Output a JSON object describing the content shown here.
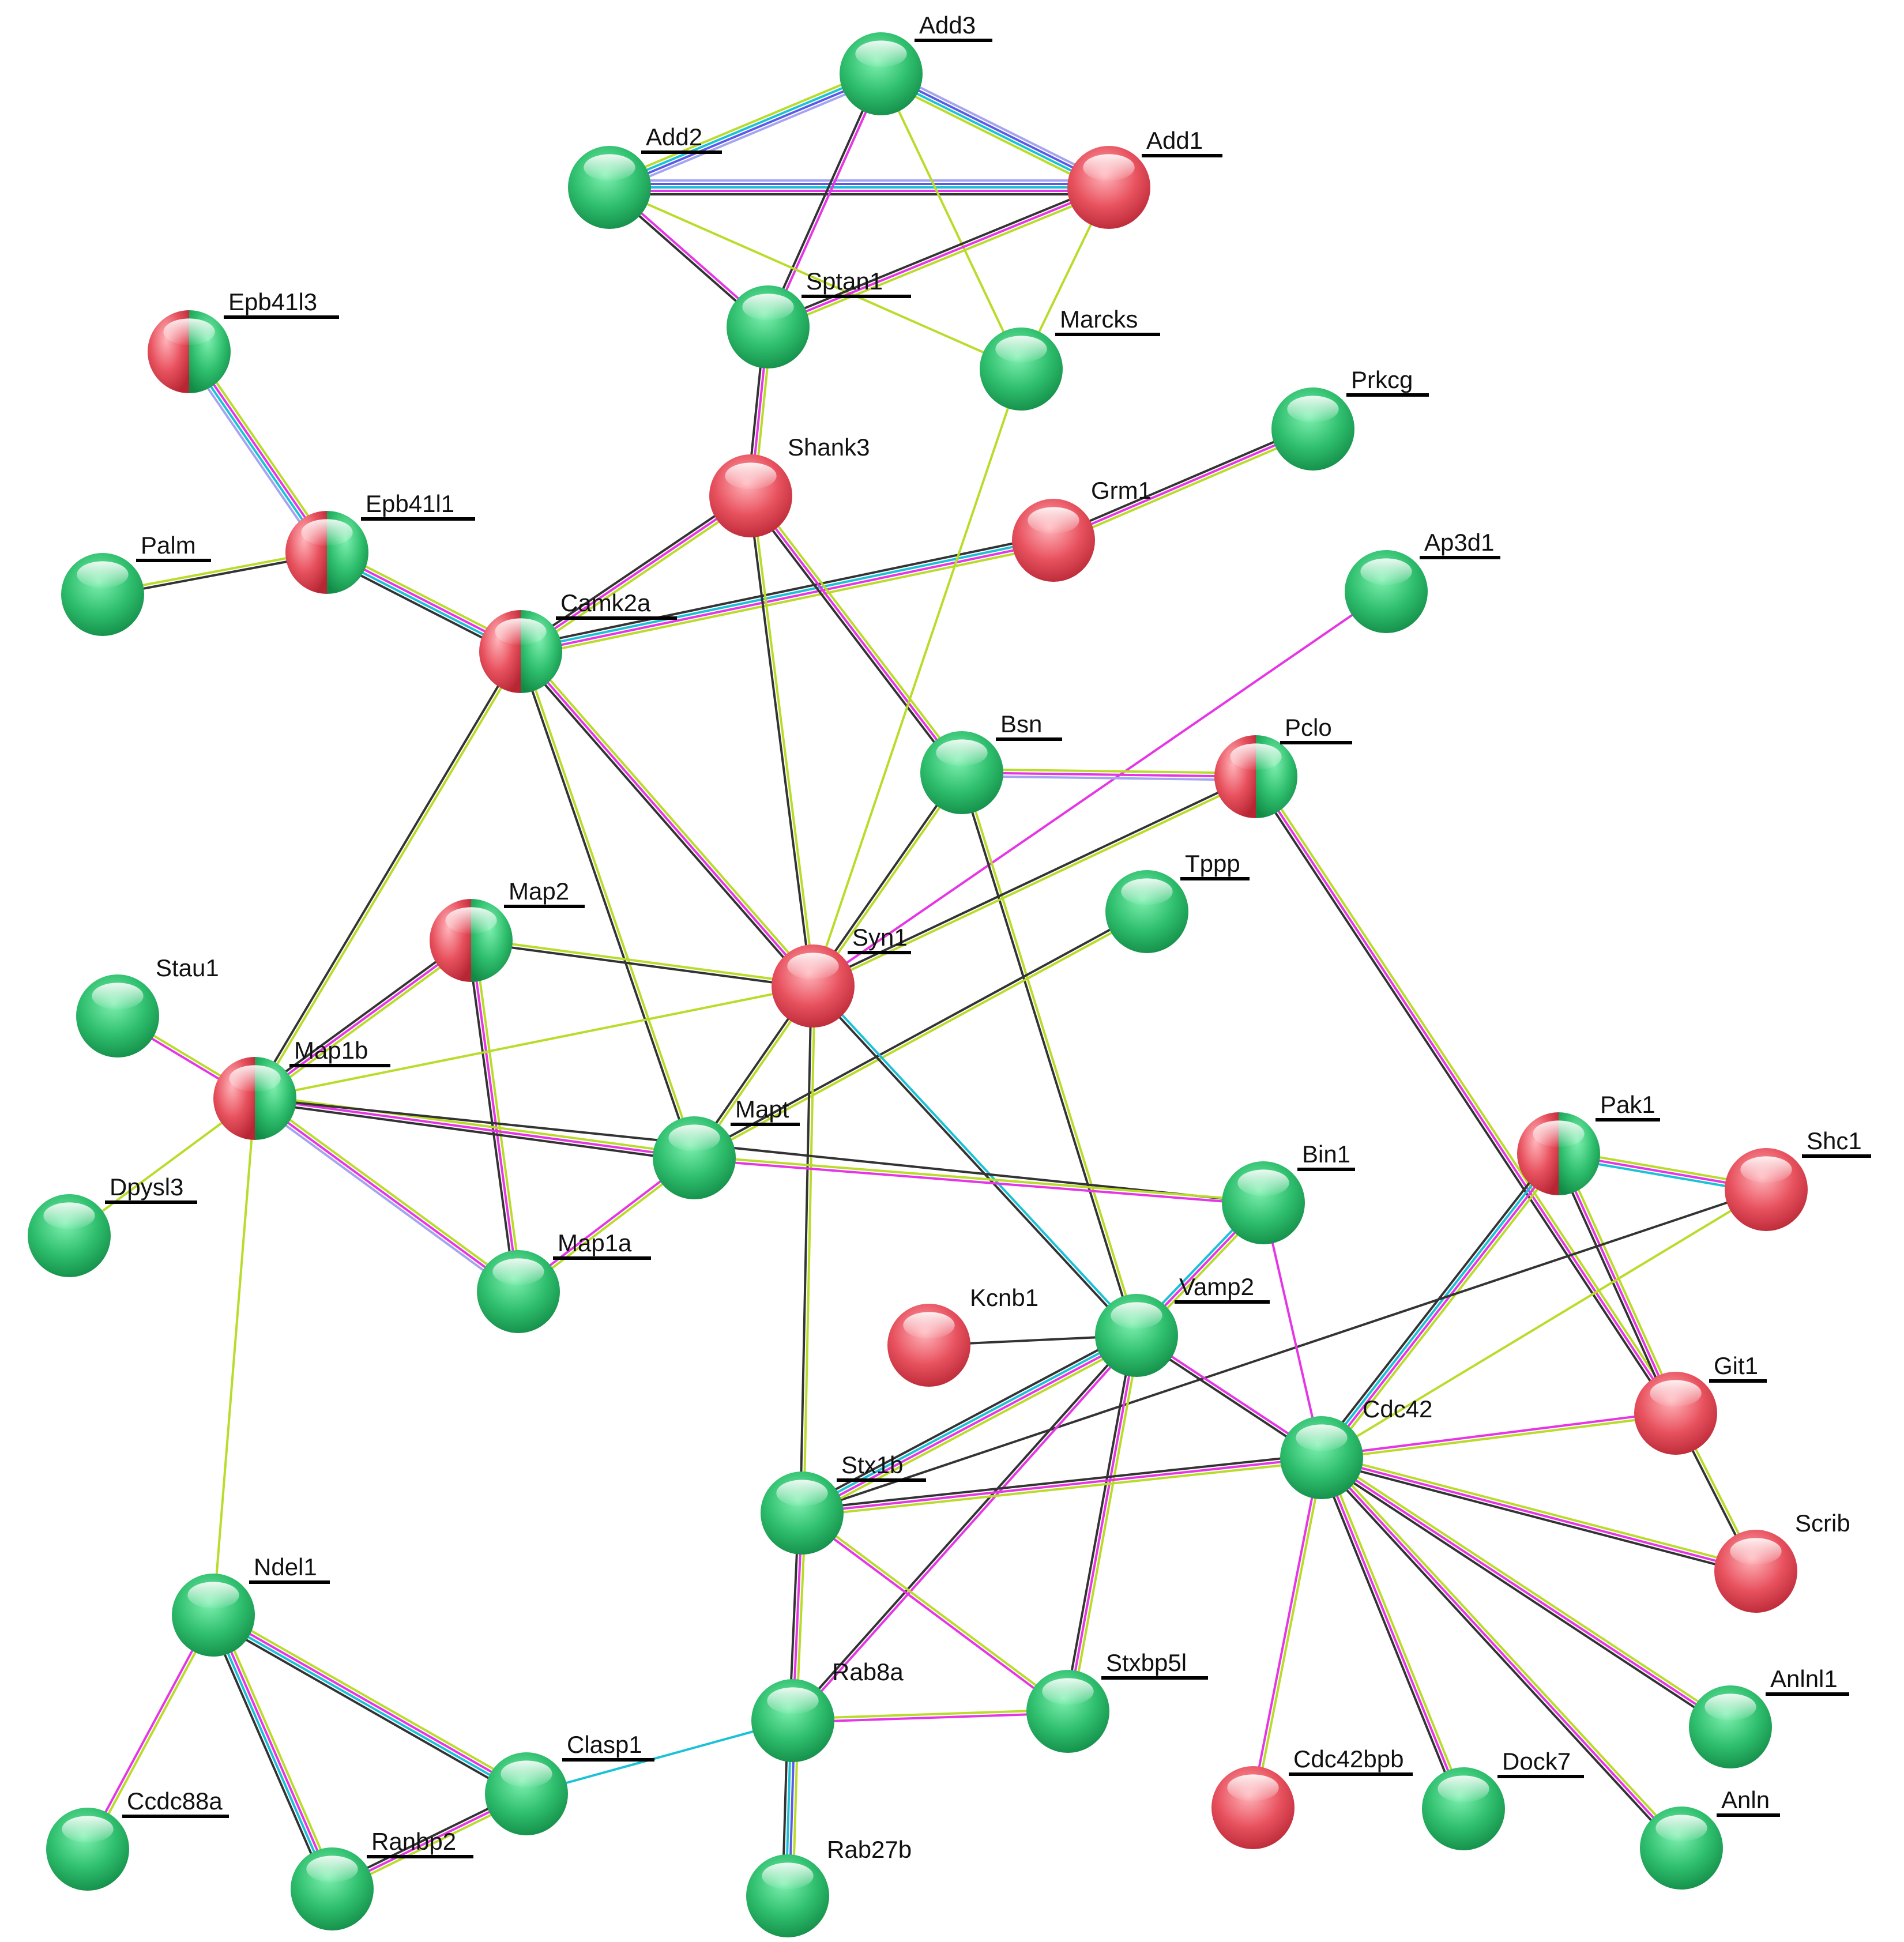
{
  "colors": {
    "green_node": "#2fbf6e",
    "red_node": "#e8525f",
    "edge_black": "#333333",
    "edge_magenta": "#e535e5",
    "edge_cyan": "#19c2d6",
    "edge_yellowgreen": "#b9dc2a",
    "edge_blue": "#5a5ae6",
    "edge_lavender": "#a4a4f0"
  },
  "edge_channels": {
    "k": "edge_black",
    "m": "edge_magenta",
    "c": "edge_cyan",
    "y": "edge_yellowgreen",
    "b": "edge_blue",
    "v": "edge_lavender"
  },
  "nodes": [
    {
      "id": "Add3",
      "label": "Add3",
      "fill": "green",
      "underline": true
    },
    {
      "id": "Add2",
      "label": "Add2",
      "fill": "green",
      "underline": true
    },
    {
      "id": "Add1",
      "label": "Add1",
      "fill": "red",
      "underline": true
    },
    {
      "id": "Sptan1",
      "label": "Sptan1",
      "fill": "green",
      "underline": true
    },
    {
      "id": "Marcks",
      "label": "Marcks",
      "fill": "green",
      "underline": true
    },
    {
      "id": "Epb41l3",
      "label": "Epb41l3",
      "fill": "split",
      "underline": true
    },
    {
      "id": "Prkcg",
      "label": "Prkcg",
      "fill": "green",
      "underline": true
    },
    {
      "id": "Shank3",
      "label": "Shank3",
      "fill": "red",
      "underline": false
    },
    {
      "id": "Grm1",
      "label": "Grm1",
      "fill": "red",
      "underline": false
    },
    {
      "id": "Epb41l1",
      "label": "Epb41l1",
      "fill": "split",
      "underline": true
    },
    {
      "id": "Palm",
      "label": "Palm",
      "fill": "green",
      "underline": true
    },
    {
      "id": "Ap3d1",
      "label": "Ap3d1",
      "fill": "green",
      "underline": true
    },
    {
      "id": "Camk2a",
      "label": "Camk2a",
      "fill": "split",
      "underline": true
    },
    {
      "id": "Bsn",
      "label": "Bsn",
      "fill": "green",
      "underline": true
    },
    {
      "id": "Pclo",
      "label": "Pclo",
      "fill": "split",
      "underline": true
    },
    {
      "id": "Tppp",
      "label": "Tppp",
      "fill": "green",
      "underline": true
    },
    {
      "id": "Map2",
      "label": "Map2",
      "fill": "split",
      "underline": true
    },
    {
      "id": "Syn1",
      "label": "Syn1",
      "fill": "red",
      "underline": true
    },
    {
      "id": "Stau1",
      "label": "Stau1",
      "fill": "green",
      "underline": false
    },
    {
      "id": "Map1b",
      "label": "Map1b",
      "fill": "split",
      "underline": true
    },
    {
      "id": "Mapt",
      "label": "Mapt",
      "fill": "green",
      "underline": true
    },
    {
      "id": "Pak1",
      "label": "Pak1",
      "fill": "split",
      "underline": true
    },
    {
      "id": "Shc1",
      "label": "Shc1",
      "fill": "red",
      "underline": true
    },
    {
      "id": "Bin1",
      "label": "Bin1",
      "fill": "green",
      "underline": true
    },
    {
      "id": "Dpysl3",
      "label": "Dpysl3",
      "fill": "green",
      "underline": true
    },
    {
      "id": "Map1a",
      "label": "Map1a",
      "fill": "green",
      "underline": true
    },
    {
      "id": "Kcnb1",
      "label": "Kcnb1",
      "fill": "red",
      "underline": false
    },
    {
      "id": "Vamp2",
      "label": "Vamp2",
      "fill": "green",
      "underline": true
    },
    {
      "id": "Git1",
      "label": "Git1",
      "fill": "red",
      "underline": true
    },
    {
      "id": "Cdc42",
      "label": "Cdc42",
      "fill": "green",
      "underline": false
    },
    {
      "id": "Stx1b",
      "label": "Stx1b",
      "fill": "green",
      "underline": true
    },
    {
      "id": "Scrib",
      "label": "Scrib",
      "fill": "red",
      "underline": false
    },
    {
      "id": "Ndel1",
      "label": "Ndel1",
      "fill": "green",
      "underline": true
    },
    {
      "id": "Stxbp5l",
      "label": "Stxbp5l",
      "fill": "green",
      "underline": true
    },
    {
      "id": "Rab8a",
      "label": "Rab8a",
      "fill": "green",
      "underline": false
    },
    {
      "id": "Anlnl1",
      "label": "Anlnl1",
      "fill": "green",
      "underline": true
    },
    {
      "id": "Clasp1",
      "label": "Clasp1",
      "fill": "green",
      "underline": true
    },
    {
      "id": "Cdc42bpb",
      "label": "Cdc42bpb",
      "fill": "red",
      "underline": true
    },
    {
      "id": "Dock7",
      "label": "Dock7",
      "fill": "green",
      "underline": true
    },
    {
      "id": "Anln",
      "label": "Anln",
      "fill": "green",
      "underline": true
    },
    {
      "id": "Ccdc88a",
      "label": "Ccdc88a",
      "fill": "green",
      "underline": true
    },
    {
      "id": "Ranbp2",
      "label": "Ranbp2",
      "fill": "green",
      "underline": true
    },
    {
      "id": "Rab27b",
      "label": "Rab27b",
      "fill": "green",
      "underline": false
    }
  ],
  "edges": [
    {
      "s": "Add3",
      "t": "Add2",
      "ch": "vbcy"
    },
    {
      "s": "Add3",
      "t": "Add1",
      "ch": "vbcy"
    },
    {
      "s": "Add2",
      "t": "Add1",
      "ch": "vbcmk"
    },
    {
      "s": "Add3",
      "t": "Sptan1",
      "ch": "mk"
    },
    {
      "s": "Add3",
      "t": "Marcks",
      "ch": "y"
    },
    {
      "s": "Add2",
      "t": "Sptan1",
      "ch": "mk"
    },
    {
      "s": "Add2",
      "t": "Marcks",
      "ch": "y"
    },
    {
      "s": "Add1",
      "t": "Sptan1",
      "ch": "ymk"
    },
    {
      "s": "Add1",
      "t": "Marcks",
      "ch": "y"
    },
    {
      "s": "Sptan1",
      "t": "Shank3",
      "ch": "ymk"
    },
    {
      "s": "Epb41l3",
      "t": "Epb41l1",
      "ch": "ymcv"
    },
    {
      "s": "Palm",
      "t": "Epb41l1",
      "ch": "yk"
    },
    {
      "s": "Epb41l1",
      "t": "Camk2a",
      "ch": "ymck"
    },
    {
      "s": "Prkcg",
      "t": "Grm1",
      "ch": "ymk"
    },
    {
      "s": "Grm1",
      "t": "Camk2a",
      "ch": "ymck"
    },
    {
      "s": "Shank3",
      "t": "Camk2a",
      "ch": "ymk"
    },
    {
      "s": "Shank3",
      "t": "Syn1",
      "ch": "yk"
    },
    {
      "s": "Shank3",
      "t": "Bsn",
      "ch": "ymk"
    },
    {
      "s": "Marcks",
      "t": "Syn1",
      "ch": "y"
    },
    {
      "s": "Ap3d1",
      "t": "Syn1",
      "ch": "m"
    },
    {
      "s": "Camk2a",
      "t": "Syn1",
      "ch": "ymk"
    },
    {
      "s": "Camk2a",
      "t": "Map1b",
      "ch": "yk"
    },
    {
      "s": "Camk2a",
      "t": "Mapt",
      "ch": "yk"
    },
    {
      "s": "Bsn",
      "t": "Pclo",
      "ch": "ymv"
    },
    {
      "s": "Bsn",
      "t": "Syn1",
      "ch": "yk"
    },
    {
      "s": "Bsn",
      "t": "Vamp2",
      "ch": "yk"
    },
    {
      "s": "Pclo",
      "t": "Syn1",
      "ch": "yk"
    },
    {
      "s": "Pclo",
      "t": "Git1",
      "ch": "ymk"
    },
    {
      "s": "Tppp",
      "t": "Mapt",
      "ch": "yk"
    },
    {
      "s": "Map2",
      "t": "Syn1",
      "ch": "yk"
    },
    {
      "s": "Map2",
      "t": "Map1b",
      "ch": "ymk"
    },
    {
      "s": "Map2",
      "t": "Map1a",
      "ch": "ymk"
    },
    {
      "s": "Syn1",
      "t": "Map1b",
      "ch": "y"
    },
    {
      "s": "Syn1",
      "t": "Mapt",
      "ch": "yk"
    },
    {
      "s": "Syn1",
      "t": "Vamp2",
      "ch": "ck"
    },
    {
      "s": "Syn1",
      "t": "Stx1b",
      "ch": "yk"
    },
    {
      "s": "Stau1",
      "t": "Map1b",
      "ch": "ym"
    },
    {
      "s": "Map1b",
      "t": "Mapt",
      "ch": "ymk"
    },
    {
      "s": "Map1b",
      "t": "Map1a",
      "ch": "ymv"
    },
    {
      "s": "Map1b",
      "t": "Dpysl3",
      "ch": "y"
    },
    {
      "s": "Map1b",
      "t": "Ndel1",
      "ch": "y"
    },
    {
      "s": "Map1b",
      "t": "Bin1",
      "ch": "k"
    },
    {
      "s": "Mapt",
      "t": "Map1a",
      "ch": "ym"
    },
    {
      "s": "Mapt",
      "t": "Bin1",
      "ch": "ym"
    },
    {
      "s": "Pak1",
      "t": "Shc1",
      "ch": "ymc"
    },
    {
      "s": "Pak1",
      "t": "Git1",
      "ch": "ymk"
    },
    {
      "s": "Pak1",
      "t": "Cdc42",
      "ch": "ymck"
    },
    {
      "s": "Shc1",
      "t": "Cdc42",
      "ch": "y"
    },
    {
      "s": "Shc1",
      "t": "Stx1b",
      "ch": "k"
    },
    {
      "s": "Bin1",
      "t": "Vamp2",
      "ch": "ymc"
    },
    {
      "s": "Bin1",
      "t": "Cdc42",
      "ch": "m"
    },
    {
      "s": "Kcnb1",
      "t": "Vamp2",
      "ch": "k"
    },
    {
      "s": "Vamp2",
      "t": "Cdc42",
      "ch": "mk"
    },
    {
      "s": "Vamp2",
      "t": "Stx1b",
      "ch": "ymck"
    },
    {
      "s": "Vamp2",
      "t": "Stxbp5l",
      "ch": "ymk"
    },
    {
      "s": "Vamp2",
      "t": "Rab8a",
      "ch": "mk"
    },
    {
      "s": "Git1",
      "t": "Cdc42",
      "ch": "ym"
    },
    {
      "s": "Git1",
      "t": "Scrib",
      "ch": "yk"
    },
    {
      "s": "Cdc42",
      "t": "Stx1b",
      "ch": "ymk"
    },
    {
      "s": "Cdc42",
      "t": "Scrib",
      "ch": "ymk"
    },
    {
      "s": "Cdc42",
      "t": "Anlnl1",
      "ch": "ymk"
    },
    {
      "s": "Cdc42",
      "t": "Anln",
      "ch": "ymk"
    },
    {
      "s": "Cdc42",
      "t": "Dock7",
      "ch": "ymk"
    },
    {
      "s": "Cdc42",
      "t": "Cdc42bpb",
      "ch": "ym"
    },
    {
      "s": "Stx1b",
      "t": "Rab8a",
      "ch": "ymk"
    },
    {
      "s": "Stx1b",
      "t": "Stxbp5l",
      "ch": "ym"
    },
    {
      "s": "Rab8a",
      "t": "Stxbp5l",
      "ch": "ym"
    },
    {
      "s": "Rab8a",
      "t": "Clasp1",
      "ch": "c"
    },
    {
      "s": "Rab8a",
      "t": "Rab27b",
      "ch": "ybck"
    },
    {
      "s": "Ndel1",
      "t": "Clasp1",
      "ch": "ymck"
    },
    {
      "s": "Ndel1",
      "t": "Ranbp2",
      "ch": "ymck"
    },
    {
      "s": "Ndel1",
      "t": "Ccdc88a",
      "ch": "ym"
    },
    {
      "s": "Clasp1",
      "t": "Ranbp2",
      "ch": "ymk"
    }
  ]
}
